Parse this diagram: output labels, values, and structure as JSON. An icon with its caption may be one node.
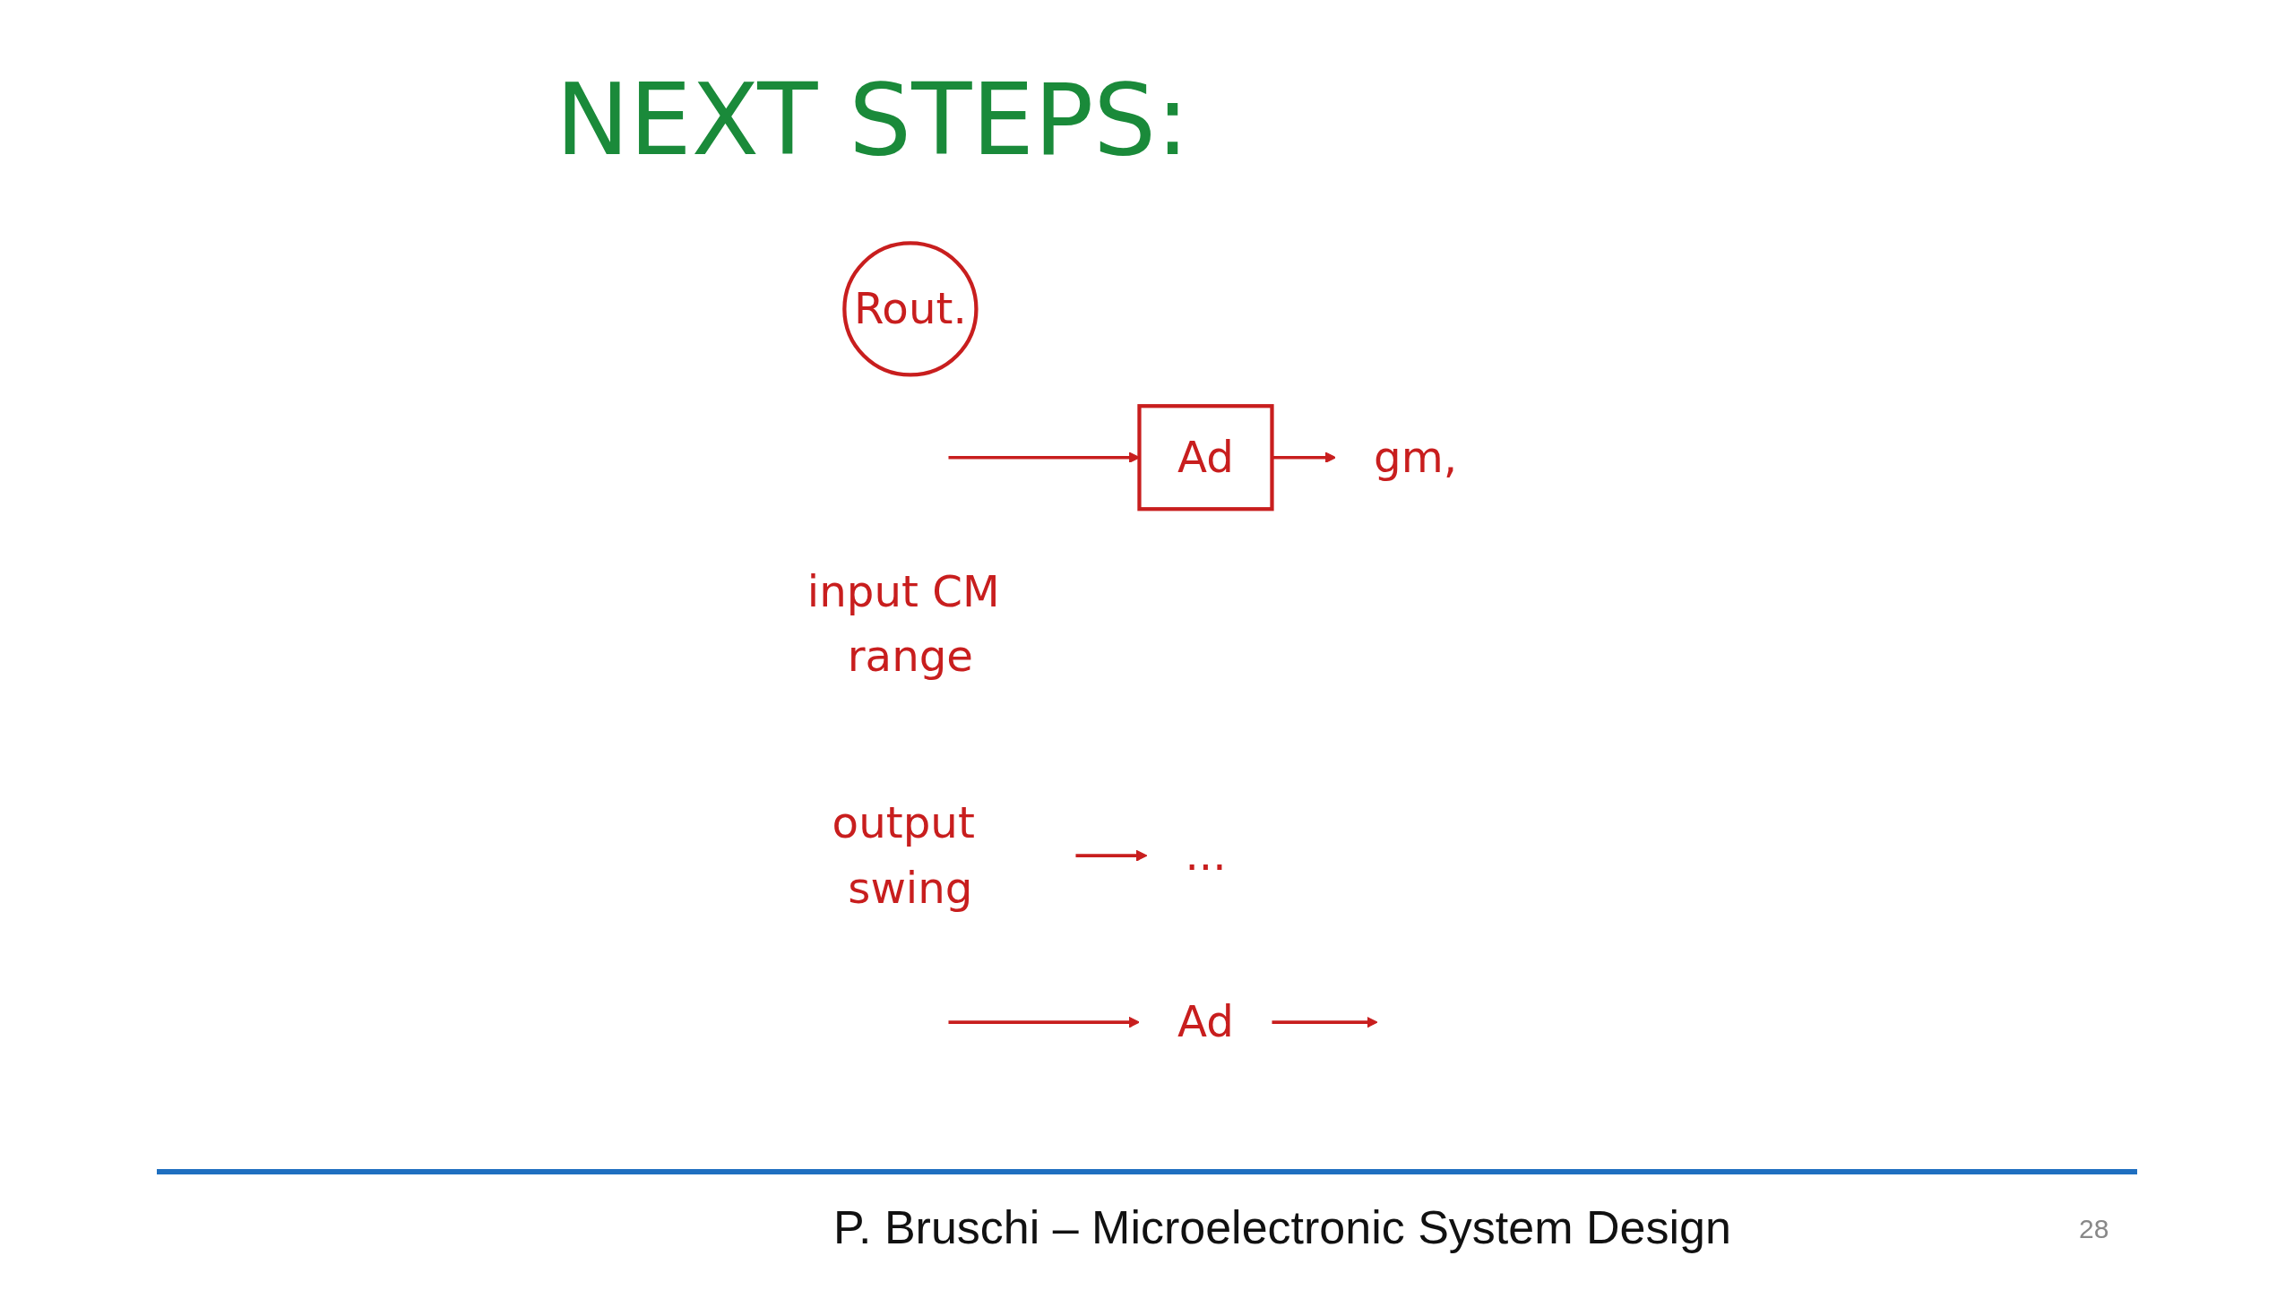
{
  "diagram": {
    "title": "NEXT STEPS:",
    "nodes": [
      {
        "text": [
          "Ad"
        ]
      },
      {
        "text": [
          "gm,"
        ]
      },
      {
        "text": [
          "Rout."
        ]
      },
      {
        "text": [
          "..."
        ]
      },
      {
        "text": [
          "output swing"
        ]
      },
      {
        "text": [
          "input CM range"
        ]
      },
      {
        "text": [
          "Ad"
        ]
      }
    ],
    "edges": [
      {
        "from": 0,
        "to": 1,
        "arrow": "to"
      },
      {
        "from": null,
        "to": 0,
        "arrow": "to"
      },
      {
        "from": null,
        "to": 6,
        "arrow": "to"
      },
      {
        "from": 6,
        "to": null,
        "arrow": "to"
      },
      {
        "from": 4,
        "to": 3,
        "arrow": "to"
      }
    ],
    "labels": [
      "P. Bruschi – Microelectronic System Design",
      "28"
    ]
  }
}
